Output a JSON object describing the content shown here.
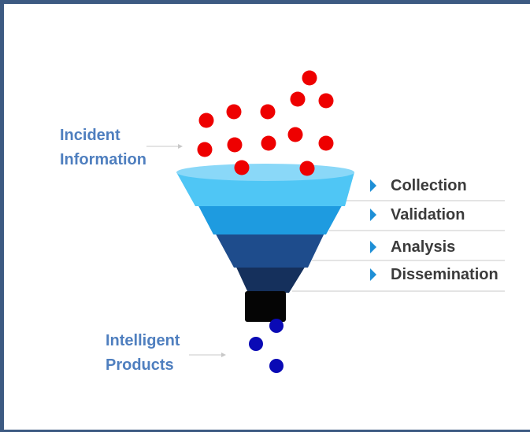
{
  "input_label": {
    "line1": "Incident",
    "line2": "Information"
  },
  "output_label": {
    "line1": "Intelligent",
    "line2": "Products"
  },
  "stages": [
    {
      "label": "Collection"
    },
    {
      "label": "Validation"
    },
    {
      "label": "Analysis"
    },
    {
      "label": "Dissemination"
    }
  ],
  "colors": {
    "border": "#3d5a82",
    "label_blue": "#4f7fbf",
    "stage_text": "#3b3b3b",
    "arrow": "#1e8fd6",
    "input_dots": "#ee0000",
    "output_dots": "#0a0ab5",
    "funnel_top": "#8ad8f8",
    "funnel_band1": "#4fc6f5",
    "funnel_band2": "#1e9be0",
    "funnel_band3": "#1e4c8c",
    "funnel_band4": "#15305c",
    "spout": "#050505",
    "leader_line": "#c8c8c8"
  },
  "icons": {
    "stage_marker": "triangle-right-icon"
  }
}
